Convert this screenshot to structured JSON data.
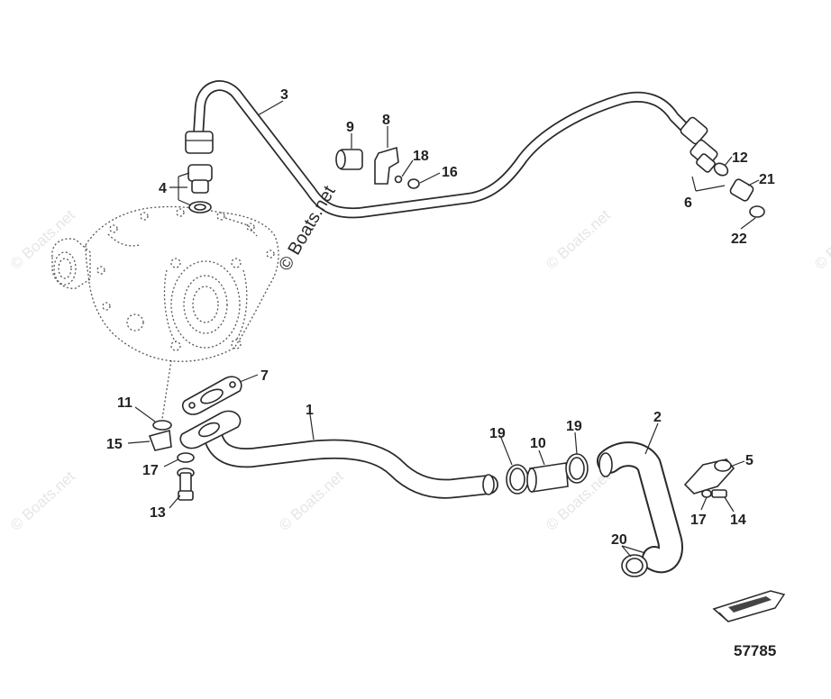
{
  "diagram": {
    "figure_number": "57785",
    "watermark_main": "© Boats.net",
    "watermark_repeat": "© Boats.net",
    "callouts": {
      "c1": "1",
      "c2": "2",
      "c3": "3",
      "c4": "4",
      "c5": "5",
      "c6": "6",
      "c7": "7",
      "c8": "8",
      "c9": "9",
      "c10": "10",
      "c11": "11",
      "c12": "12",
      "c13": "13",
      "c14": "14",
      "c15": "15",
      "c16": "16",
      "c17a": "17",
      "c17b": "17",
      "c18": "18",
      "c19a": "19",
      "c19b": "19",
      "c20": "20",
      "c21": "21",
      "c22": "22"
    }
  }
}
